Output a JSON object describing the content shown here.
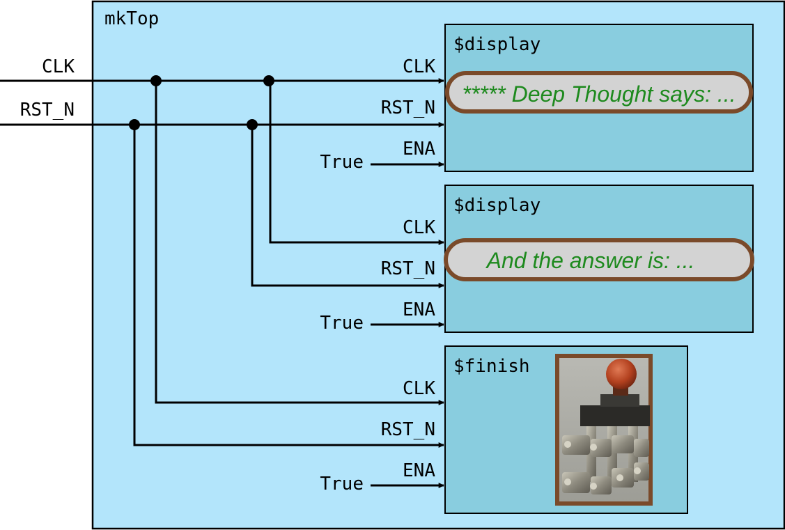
{
  "top_module": {
    "label": "mkTop"
  },
  "external_ports": {
    "clk": "CLK",
    "rst": "RST_N"
  },
  "port_labels": {
    "clk": "CLK",
    "rst": "RST_N",
    "ena": "ENA",
    "true_const": "True"
  },
  "modules": [
    {
      "id": "display1",
      "label": "$display",
      "message": "***** Deep Thought says: ..."
    },
    {
      "id": "display2",
      "label": "$display",
      "message": "And the answer is: ..."
    },
    {
      "id": "finish",
      "label": "$finish",
      "image": "emergency-stop-switch"
    }
  ],
  "colors": {
    "outer_bg": "#b3e5fb",
    "module_bg": "#89cddf",
    "bubble_fill": "#d3d3d3",
    "bubble_border": "#7a4a2a",
    "bubble_text": "#1e8a1e",
    "wire": "#000000"
  }
}
